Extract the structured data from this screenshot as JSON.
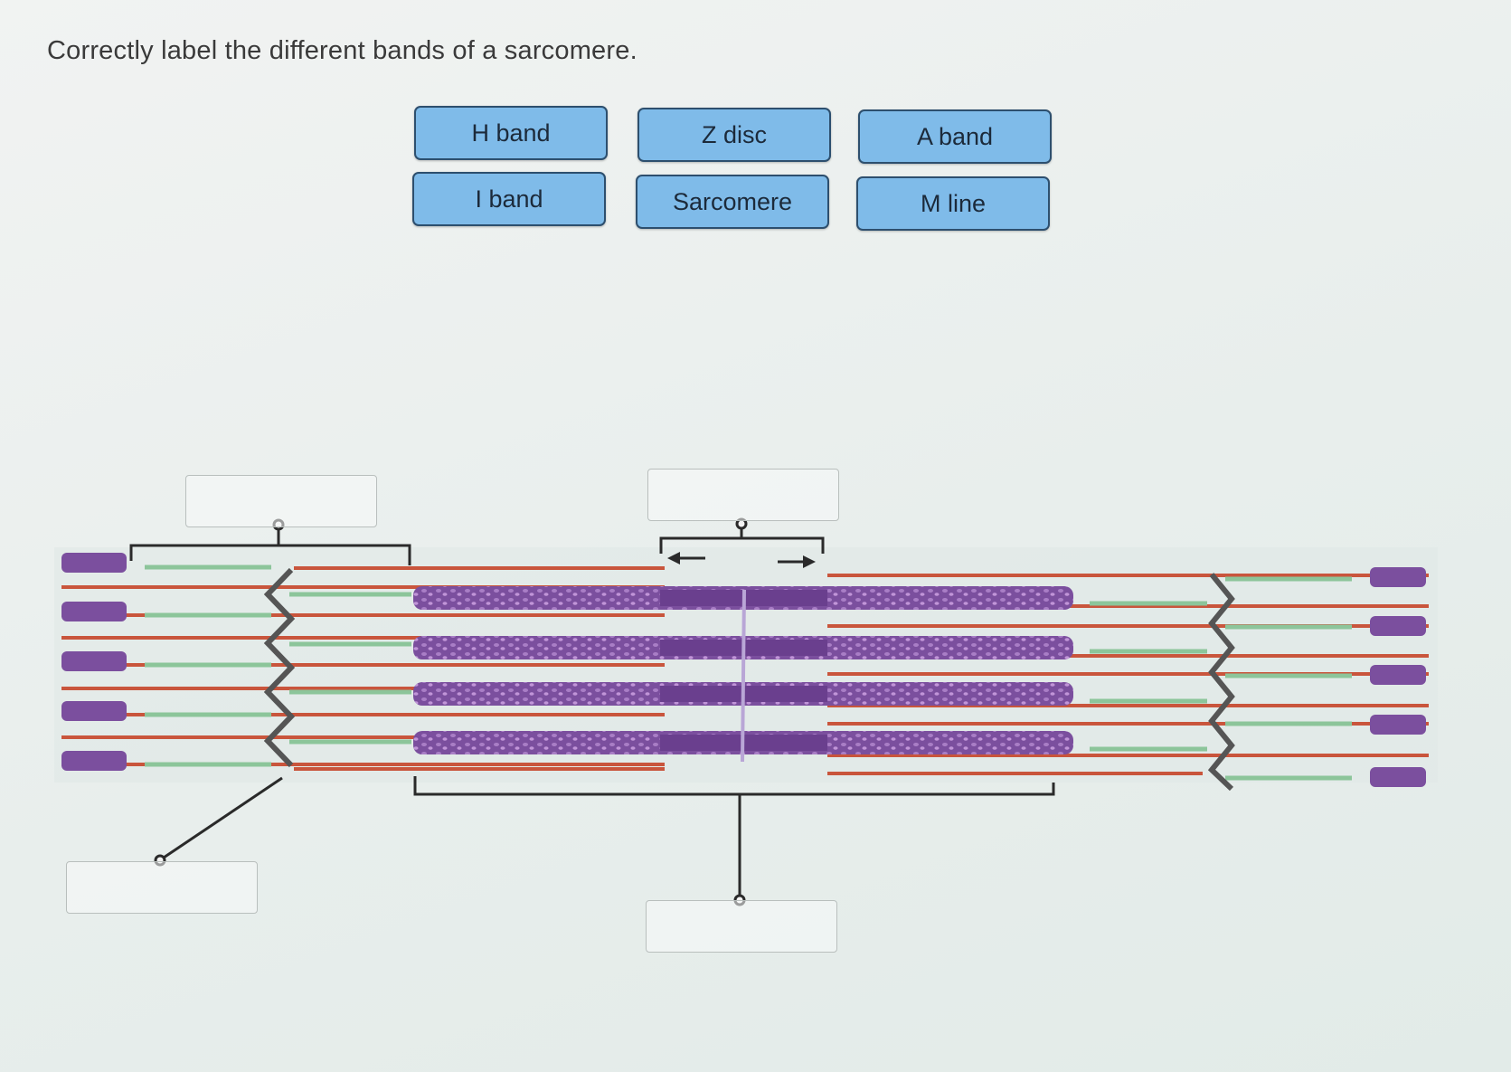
{
  "question": {
    "prompt": "Correctly label the different bands of a sarcomere."
  },
  "label_bank": [
    {
      "name": "h-band",
      "label": "H band"
    },
    {
      "name": "z-disc",
      "label": "Z disc"
    },
    {
      "name": "a-band",
      "label": "A band"
    },
    {
      "name": "i-band",
      "label": "I band"
    },
    {
      "name": "sarcomere",
      "label": "Sarcomere"
    },
    {
      "name": "m-line",
      "label": "M line"
    }
  ],
  "drop_targets": [
    {
      "name": "drop-target-top-left",
      "value": ""
    },
    {
      "name": "drop-target-top-center",
      "value": ""
    },
    {
      "name": "drop-target-bottom-left",
      "value": ""
    },
    {
      "name": "drop-target-bottom-center",
      "value": ""
    }
  ],
  "colors": {
    "label_fill": "#7fbbe9",
    "label_border": "#2d4f6e",
    "thick_filament": "#7b4f9e",
    "thin_filament": "#c9553c",
    "titin": "#8cc59a",
    "z_disc": "#5a5a5a"
  }
}
